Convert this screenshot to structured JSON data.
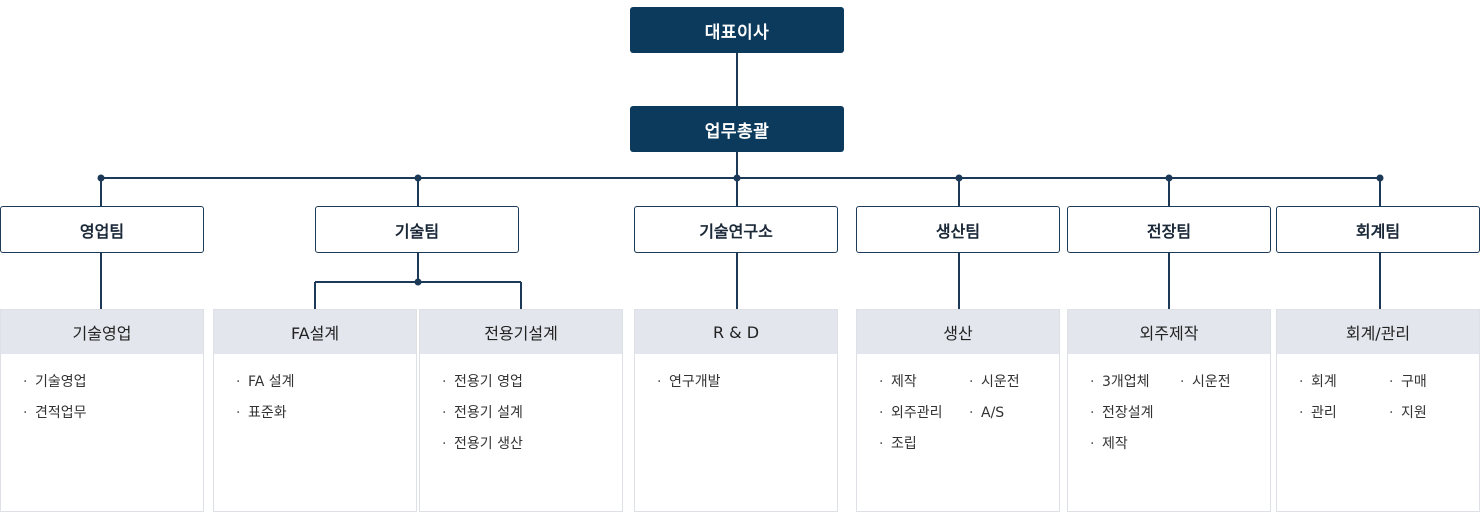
{
  "top": {
    "ceo": "대표이사",
    "general": "업무총괄"
  },
  "teams": [
    {
      "name": "영업팀"
    },
    {
      "name": "기술팀"
    },
    {
      "name": "기술연구소"
    },
    {
      "name": "생산팀"
    },
    {
      "name": "전장팀"
    },
    {
      "name": "회계팀"
    }
  ],
  "units": [
    {
      "title": "기술영업",
      "items": [
        "기술영업",
        "견적업무"
      ]
    },
    {
      "title": "FA설계",
      "items": [
        "FA 설계",
        "표준화"
      ]
    },
    {
      "title": "전용기설계",
      "items": [
        "전용기 영업",
        "전용기 설계",
        "전용기 생산"
      ]
    },
    {
      "title": "R & D",
      "items": [
        "연구개발"
      ]
    },
    {
      "title": "생산",
      "items": [
        "제작",
        "시운전",
        "외주관리",
        "A/S",
        "조립"
      ]
    },
    {
      "title": "외주제작",
      "items": [
        "3개업체",
        "시운전",
        "전장설계",
        "제작"
      ]
    },
    {
      "title": "회계/관리",
      "items": [
        "회계",
        "구매",
        "관리",
        "지원"
      ]
    }
  ],
  "colors": {
    "navy": "#0b3a5c",
    "line": "#1c3a57",
    "unit_header": "#e3e7ed"
  }
}
